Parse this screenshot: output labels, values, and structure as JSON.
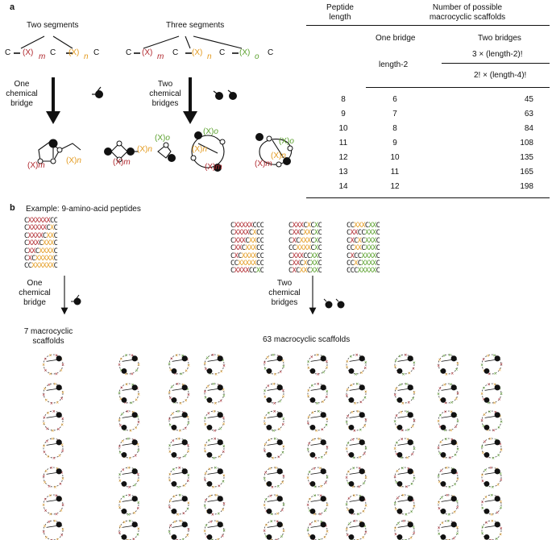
{
  "panel_a": {
    "label": "a",
    "two_segments": "Two segments",
    "three_segments": "Three segments",
    "one_bridge": [
      "One",
      "chemical",
      "bridge"
    ],
    "two_bridges": [
      "Two",
      "chemical",
      "bridges"
    ],
    "segment_tokens": {
      "c": "C",
      "xm": "(X)",
      "m": "m",
      "xn": "(X)",
      "n": "n",
      "xo": "(X)",
      "o": "o"
    }
  },
  "table": {
    "col1_header": [
      "Peptide",
      "length"
    ],
    "col2_header": [
      "Number of possible",
      "macrocyclic scaffolds"
    ],
    "sub_one": "One bridge",
    "sub_two": "Two bridges",
    "formula_one": "length-2",
    "formula_two_a": "3 × (length-2)!",
    "formula_two_b": "2! × (length-4)!",
    "rows": [
      {
        "length": "8",
        "one": "6",
        "two": "45"
      },
      {
        "length": "9",
        "one": "7",
        "two": "63"
      },
      {
        "length": "10",
        "one": "8",
        "two": "84"
      },
      {
        "length": "11",
        "one": "9",
        "two": "108"
      },
      {
        "length": "12",
        "one": "10",
        "two": "135"
      },
      {
        "length": "13",
        "one": "11",
        "two": "165"
      },
      {
        "length": "14",
        "one": "12",
        "two": "198"
      }
    ]
  },
  "panel_b": {
    "label": "b",
    "example": "Example: 9-amino-acid peptides",
    "one_bridge": [
      "One",
      "chemical",
      "bridge"
    ],
    "two_bridges": [
      "Two",
      "chemical",
      "bridges"
    ],
    "scaffolds_one": [
      "7 macrocyclic",
      "scaffolds"
    ],
    "scaffolds_two": "63 macrocyclic scaffolds",
    "one_bridge_sequences": [
      "CXXXXXXCC",
      "CXXXXXCXC",
      "CXXXXCXXC",
      "CXXXCXXXC",
      "CXXCXXXXC",
      "CXCXXXXXC",
      "CCXXXXXXC"
    ],
    "two_bridge_sequences": [
      [
        "CXXXXXCCC",
        "CXXXXCXCC",
        "CXXXCXXCC",
        "CXXCXXXCC",
        "CXCXXXXCC",
        "CCXXXXXCC",
        "CXXXXCCXC"
      ],
      [
        "CXXXCXCXC",
        "CXXCXXCXC",
        "CXCXXXCXC",
        "CCXXXXCXC",
        "CXXXCCXXC",
        "CXXCXCXXC",
        "CXCXXCXXC"
      ],
      [
        "CCXXXCXXC",
        "CXXCCXXXC",
        "CXCXCXXXC",
        "CCXXCXXXC",
        "CXCCXXXXC",
        "CCXCXXXXC",
        "CCCXXXXXC"
      ]
    ]
  }
}
